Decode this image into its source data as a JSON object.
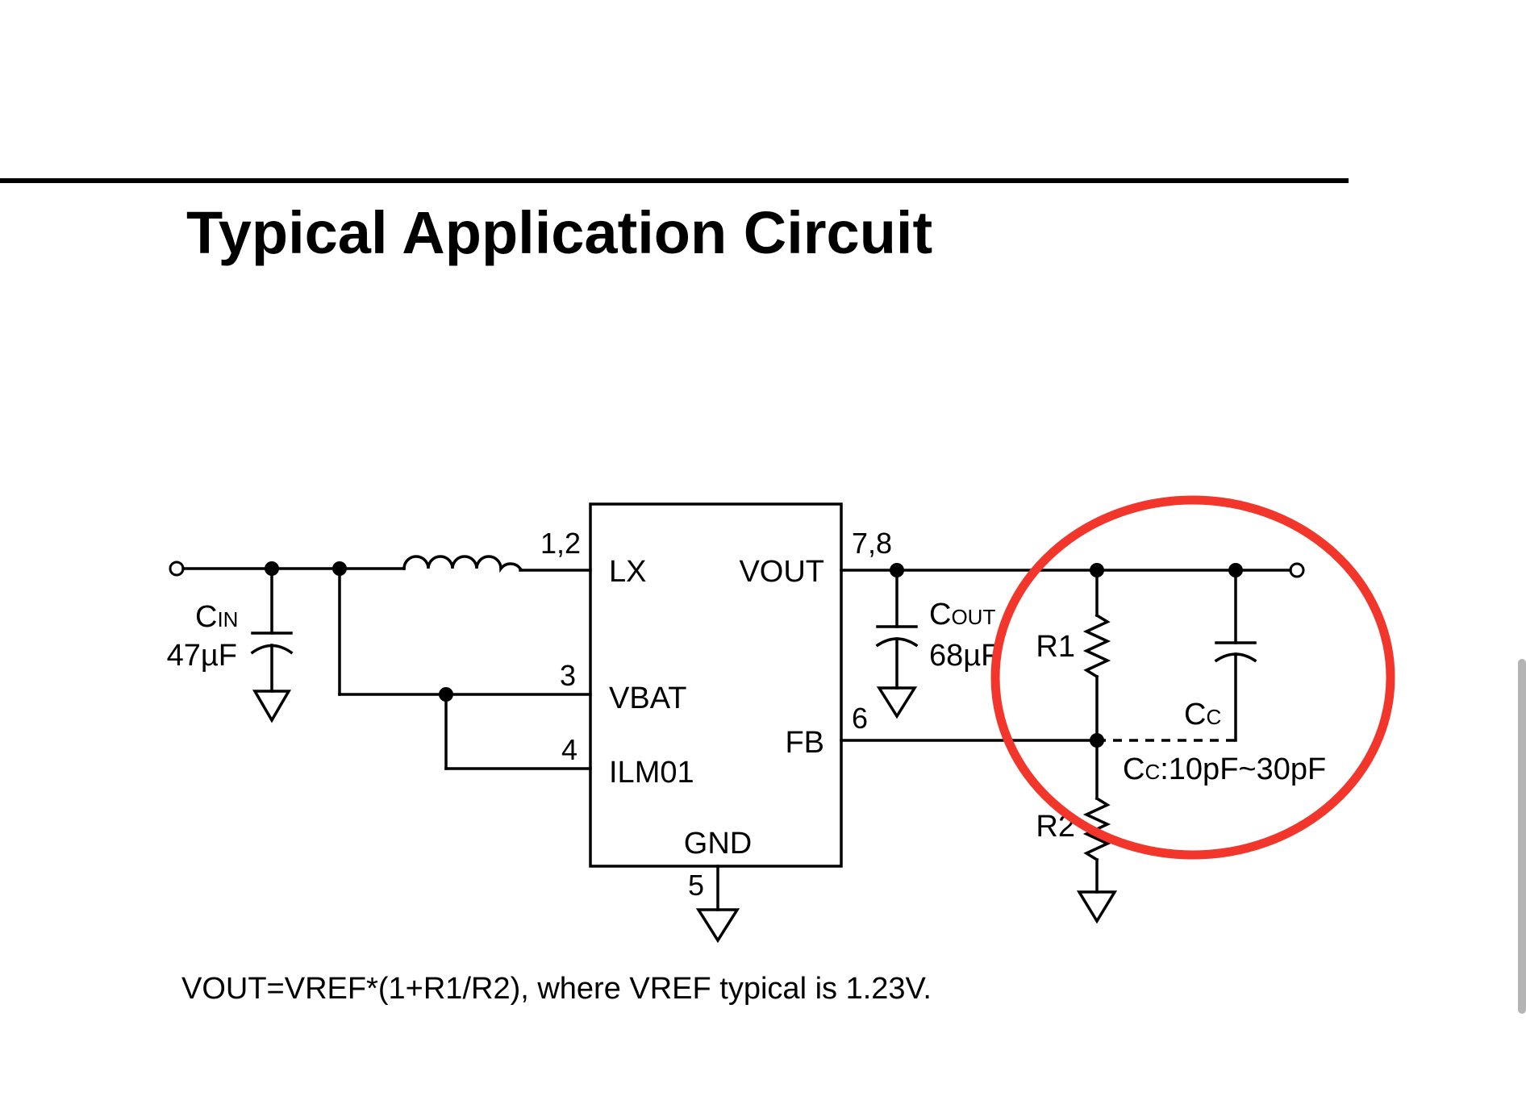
{
  "title": "Typical Application Circuit",
  "formula": "VOUT=VREF*(1+R1/R2), where VREF typical is 1.23V.",
  "ic": {
    "pins": {
      "lx": "LX",
      "vout": "VOUT",
      "vbat": "VBAT",
      "fb": "FB",
      "ilm": "ILM01",
      "gnd": "GND"
    },
    "pin_numbers": {
      "lx": "1,2",
      "vout": "7,8",
      "vbat": "3",
      "ilm": "4",
      "fb": "6",
      "gnd": "5"
    }
  },
  "components": {
    "cin": {
      "name": "C",
      "sub": "IN",
      "value": "47µF"
    },
    "cout": {
      "name": "C",
      "sub": "OUT",
      "value": "68µF"
    },
    "r1": {
      "name": "R1"
    },
    "r2": {
      "name": "R2"
    },
    "cc": {
      "name": "C",
      "sub": "C",
      "range": ":10pF~30pF"
    }
  },
  "highlight_color": "#f2362b"
}
